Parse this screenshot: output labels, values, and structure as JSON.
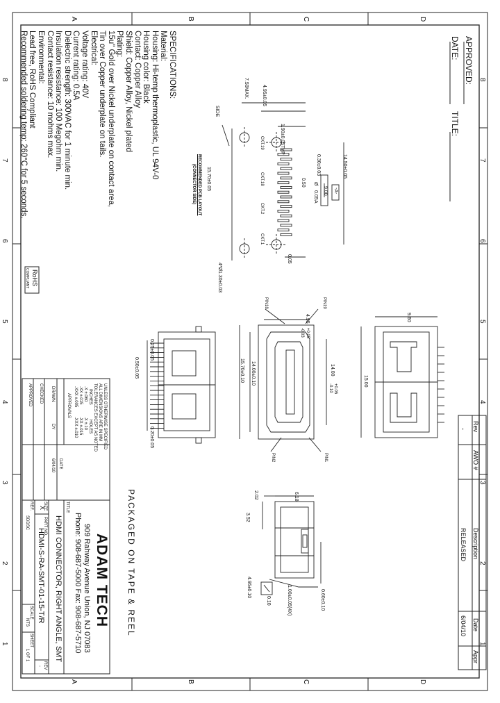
{
  "grid": {
    "top": [
      "8",
      "7",
      "6",
      "5",
      "4",
      "3",
      "2",
      "1"
    ],
    "bottom": [
      "8",
      "7",
      "6",
      "5",
      "4",
      "3",
      "2",
      "1"
    ],
    "left": [
      "A",
      "B",
      "C",
      "D"
    ],
    "right": [
      "A",
      "B",
      "C",
      "D"
    ]
  },
  "approval": {
    "approved": "APPROVED:",
    "date": "DATE:",
    "title": "TITLE:"
  },
  "revision": {
    "headers": [
      "Rev",
      "AWO #",
      "Description",
      "Date",
      "Appr"
    ],
    "row": [
      "-",
      "",
      "RELEASED",
      "6/04/10",
      ""
    ]
  },
  "specs": [
    "SPECIFICATIONS:",
    "Material:",
    "Housing: Hi-temp thermoplastic, UL 94V-0",
    "Housing color: Black",
    "Contact: Copper Alloy",
    "Shield: Copper Alloy, Nickel plated",
    "Plating:",
    "15u\" Gold over Nickel underplate on contact area,",
    "Tin over Copper underplate on tails.",
    "Electrical:",
    "Voltage rating: 40V",
    "Current rating: 0.5A",
    "Dielectric strength: 300VAC for 1 minute min.",
    "Insulation resistance: 100 Megohm min.",
    "Contact resistance: 10 mohms max.",
    "Environmental:",
    "Lead free, RoHS Compliant",
    "Recommended soldering temp: 260°C for 5 seconds."
  ],
  "rohs": {
    "line1": "RoHS",
    "line2": "COMPLIANT"
  },
  "pcb_layout": {
    "title": "RECOMMENDED PCB LAYOUT",
    "subtitle": "(CONNECTOR SIDE)",
    "side": "SIDE",
    "dims": [
      "7.50MAX.",
      "4.95±0.05",
      "1.90±0.05TYP",
      "14.50±0.05",
      "15.70±0.05",
      "0.30±0.03",
      "9.00",
      "0.50",
      "0.05",
      "4*Ø1.30±0.03"
    ],
    "gdt": [
      "-A-",
      "Ø",
      "0.05",
      "A"
    ],
    "ckt": [
      "CKT.19",
      "CKT.18",
      "CKT.2",
      "CKT.1"
    ]
  },
  "views": {
    "side_dims": [
      "0.25±0.05",
      "0.50±0.05",
      "0.20±0.05"
    ],
    "front_dims": [
      "4.55",
      "+0.05",
      "-0.03",
      "14.00±0.10",
      "15.70±0.10",
      "14.00",
      "+0.05",
      "-0.10"
    ],
    "front_pins": [
      "PIN18",
      "PIN19",
      "PIN2",
      "PIN1"
    ],
    "end_dims": [
      "9.60",
      "15.00"
    ],
    "package": "PACKAGED ON TAPE & REEL",
    "detail_dims": [
      "2.02",
      "6.18",
      "3.52",
      "0.60±0.10",
      "1.00±0.05(4X)",
      "4.95±0.10",
      "0.10"
    ]
  },
  "tolerance": {
    "lines": [
      "UNLESS OTHERWISE SPECIFIED",
      "ALL DIMENSIONS ARE IN MM",
      "TOLERANCES EXCEPT AS NOTED"
    ],
    "inch_head": "INCHES",
    "inch": [
      ".X   ±.060",
      ".XX  ±.015",
      ".XXX ±.005"
    ],
    "holes_head": "HOLES",
    "holes": [
      ".X  ±.10",
      ".XX ±.015",
      ".XXX ±.010"
    ],
    "approvals": "APPROVALS",
    "date_head": "DATE",
    "drawn": "DRAWN",
    "drawn_by": "DY",
    "drawn_date": "6/04/10",
    "checked": "CHECKED",
    "approved": "APPROVED"
  },
  "titleblock": {
    "company": "ADAM TECH",
    "address": "909 Rahway Avenue  Union, NJ 07083",
    "phone": "Phone: 908-687-5000  Fax: 908-687-5710",
    "title_label": "TITLE",
    "title": "HDMI CONNECTOR, RIGHT ANGLE, SMT",
    "size_label": "SIZE",
    "size": "X",
    "part_label": "PART NO.",
    "part": "HDMI-S-RA-SMT-01-15-T/R",
    "rev_label": "REV",
    "rev": "-",
    "ref_label": "REF.",
    "ref": "SDDSC",
    "scale_label": "SCALE",
    "scale": "NTS",
    "sheet_label": "SHEET",
    "sheet": "1 OF 1"
  }
}
